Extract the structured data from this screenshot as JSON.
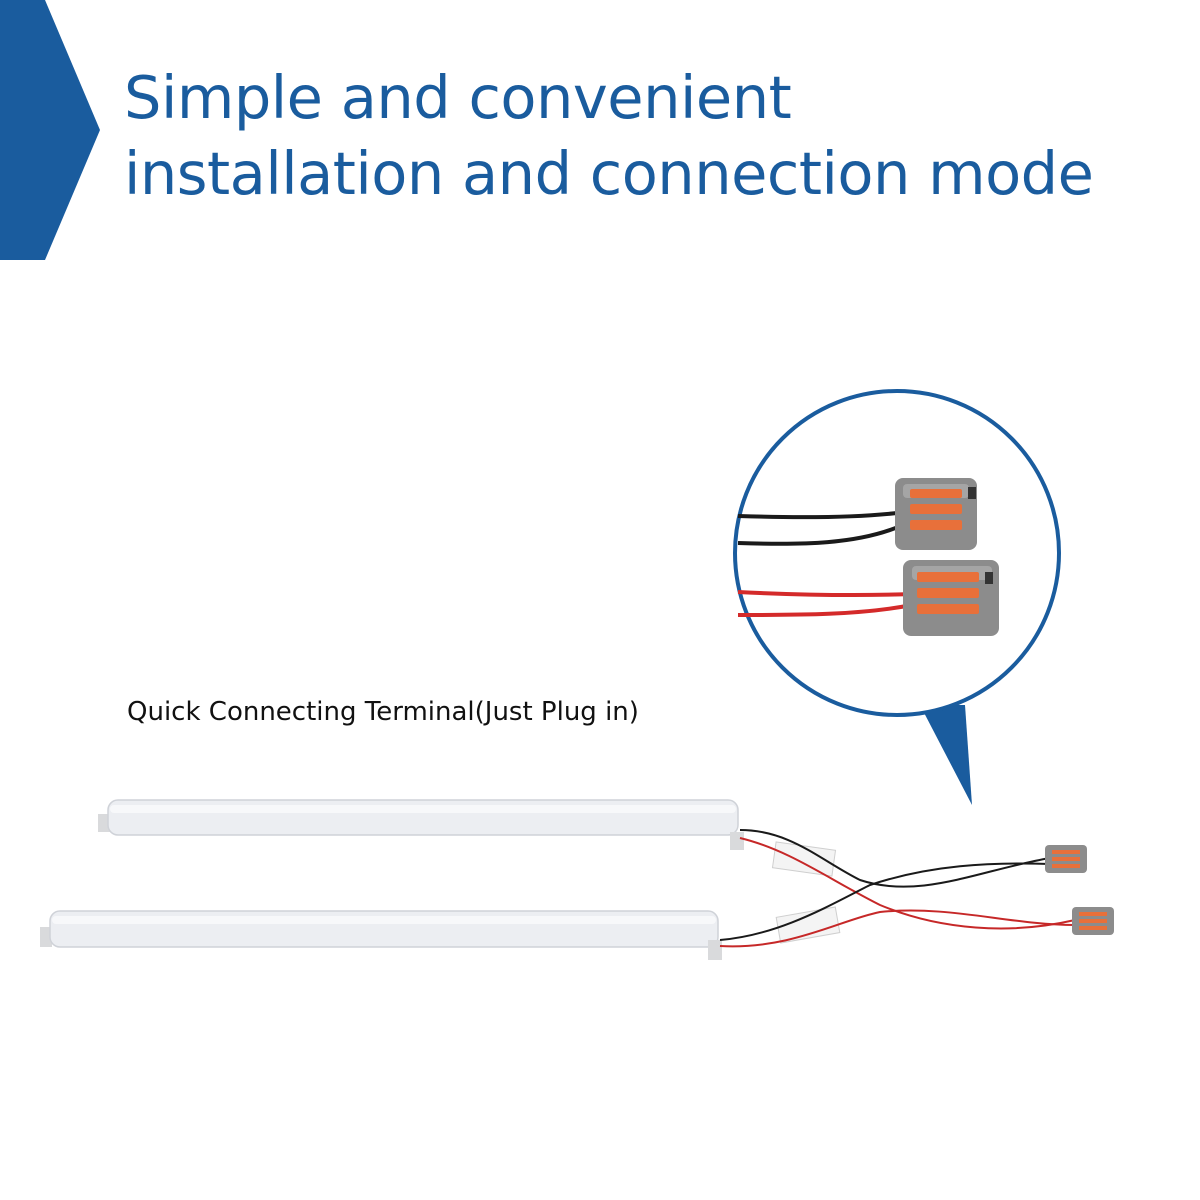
{
  "heading": {
    "line1": "Simple and convenient",
    "line2": "installation and connection mode"
  },
  "callout": {
    "caption": "Quick Connecting Terminal(Just Plug in)"
  },
  "colors": {
    "brand_blue": "#1a5c9e",
    "tube_body": "#eceef2",
    "connector_gray": "#8c8c8c",
    "lever_orange": "#e8703a",
    "wire_red": "#d42a2a",
    "wire_black": "#1a1a1a"
  }
}
